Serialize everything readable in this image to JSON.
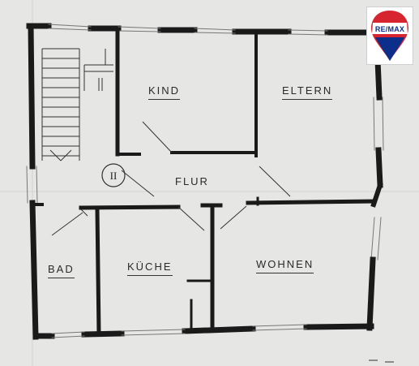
{
  "floorplan": {
    "rooms": {
      "kind": "KIND",
      "eltern": "ELTERN",
      "flur": "FLUR",
      "bad": "BAD",
      "kueche": "KÜCHE",
      "wohnen": "WOHNEN"
    },
    "stair_marker": "II"
  },
  "logo": {
    "text": "RE/MAX",
    "colors": {
      "red": "#d7252f",
      "blue": "#0b2f8a",
      "white": "#ffffff"
    }
  },
  "colors": {
    "paper": "#e6e6e4",
    "wall": "#1a1a1a",
    "line": "#333333"
  }
}
